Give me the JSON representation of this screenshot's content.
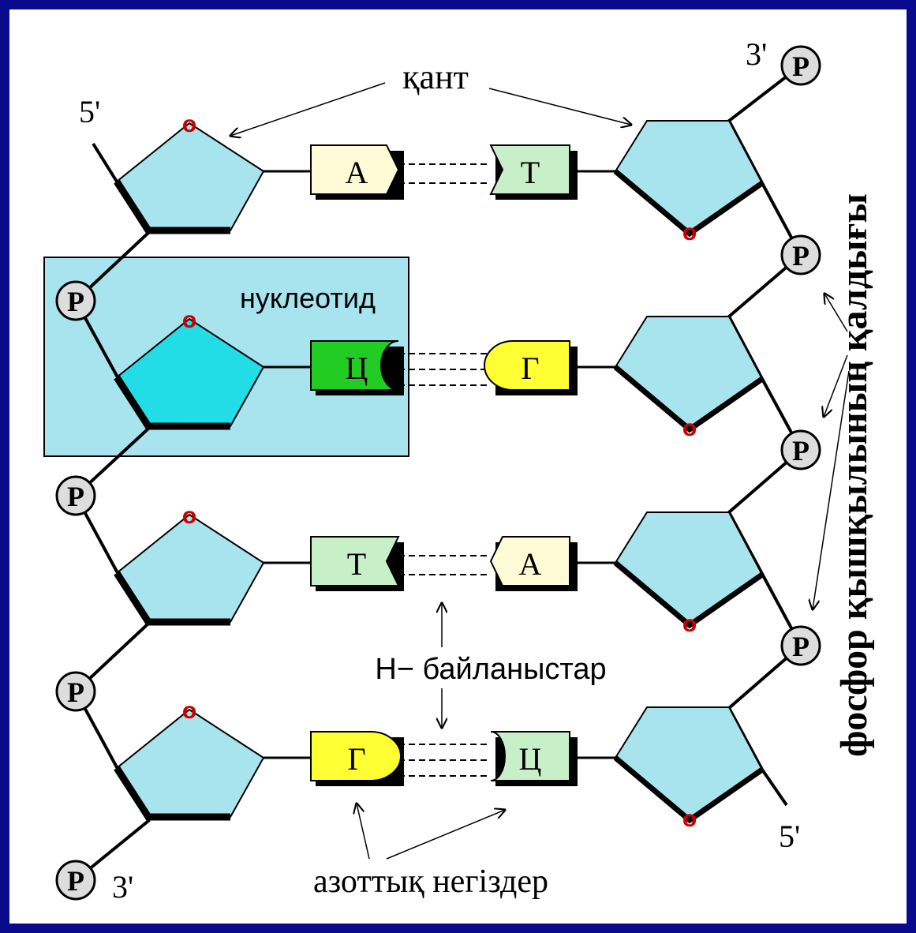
{
  "labels": {
    "sugar": "қант",
    "nucleotide": "нуклеотид",
    "h_bonds": "H− байланыстар",
    "bases": "азоттық негіздер",
    "phosphate_residue": "фосфор қышқылының қалдығы",
    "left_top_end": "5'",
    "left_bottom_end": "3'",
    "right_top_end": "3'",
    "right_bottom_end": "5'",
    "phosphate": "P",
    "ring_oxygen": "o"
  },
  "base_pairs": [
    {
      "left": "A",
      "right": "T",
      "left_color": "#fffbd6",
      "right_color": "#c8f0c8"
    },
    {
      "left": "Ц",
      "right": "Г",
      "left_color": "#22cc22",
      "right_color": "#ffff33"
    },
    {
      "left": "T",
      "right": "A",
      "left_color": "#c8f0c8",
      "right_color": "#fffbd6"
    },
    {
      "left": "Г",
      "right": "Ц",
      "left_color": "#ffff33",
      "right_color": "#c8f0c8"
    }
  ],
  "colors": {
    "border": "#0a0a8c",
    "background": "#ffffff",
    "sugar": "#a8e4ee",
    "sugar_highlight": "#22dde6",
    "nucleotide_box": "#a8e4ee",
    "phosphate_fill": "#dddddd"
  }
}
